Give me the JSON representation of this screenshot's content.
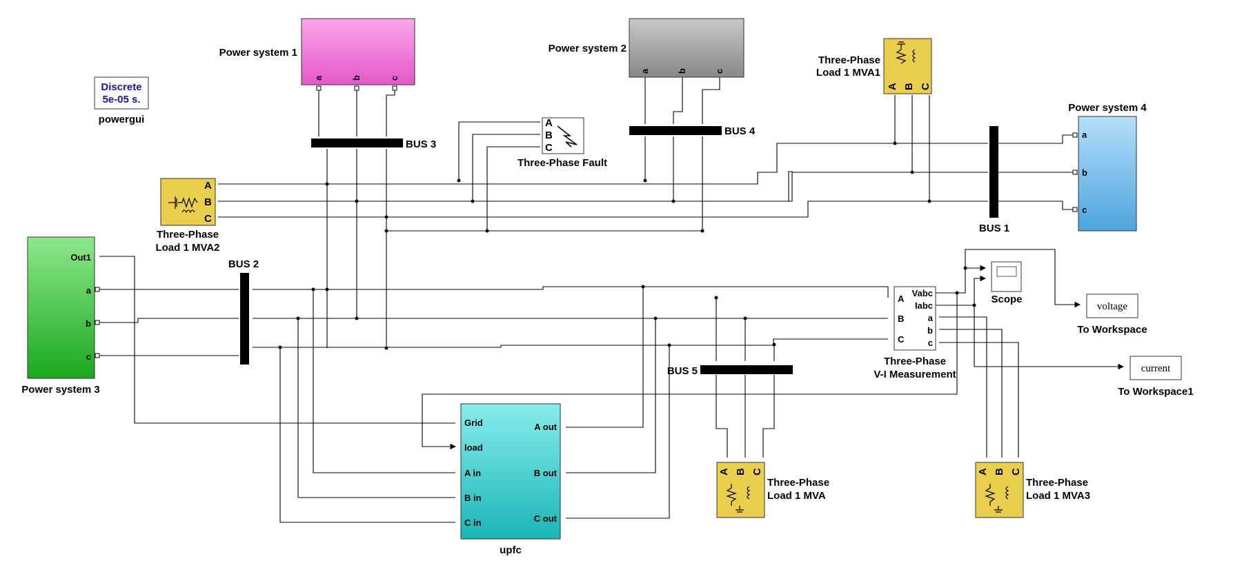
{
  "powergui": {
    "line1": "Discrete",
    "line2": "5e-05 s.",
    "name": "powergui"
  },
  "power_system_1": {
    "name": "Power system 1",
    "ports": [
      "a",
      "b",
      "c"
    ]
  },
  "power_system_2": {
    "name": "Power system 2",
    "ports": [
      "a",
      "b",
      "c"
    ]
  },
  "power_system_3": {
    "name": "Power system 3",
    "ports": [
      "Out1",
      "a",
      "b",
      "c"
    ]
  },
  "power_system_4": {
    "name": "Power system 4",
    "ports": [
      "a",
      "b",
      "c"
    ]
  },
  "buses": {
    "bus1": "BUS 1",
    "bus2": "BUS 2",
    "bus3": "BUS 3",
    "bus4": "BUS 4",
    "bus5": "BUS 5"
  },
  "fault": {
    "name": "Three-Phase Fault",
    "ports": [
      "A",
      "B",
      "C"
    ]
  },
  "load_mva2": {
    "name_line1": "Three-Phase",
    "name_line2": "Load 1 MVA2",
    "ports": [
      "A",
      "B",
      "C"
    ]
  },
  "load_mva1": {
    "name_line1": "Three-Phase",
    "name_line2": "Load 1 MVA1",
    "ports": [
      "A",
      "B",
      "C"
    ]
  },
  "load_mva": {
    "name_line1": "Three-Phase",
    "name_line2": "Load 1 MVA",
    "ports": [
      "A",
      "B",
      "C"
    ]
  },
  "load_mva3": {
    "name_line1": "Three-Phase",
    "name_line2": "Load 1 MVA3",
    "ports": [
      "A",
      "B",
      "C"
    ]
  },
  "vi_measurement": {
    "name_line1": "Three-Phase",
    "name_line2": "V-I Measurement",
    "in_ports": [
      "A",
      "B",
      "C"
    ],
    "out_ports": [
      "Vabc",
      "Iabc",
      "a",
      "b",
      "c"
    ]
  },
  "scope": {
    "name": "Scope"
  },
  "to_workspace": {
    "name": "To Workspace",
    "variable": "voltage"
  },
  "to_workspace1": {
    "name": "To Workspace1",
    "variable": "current"
  },
  "upfc": {
    "name": "upfc",
    "in_ports": [
      "Grid",
      "load",
      "A in",
      "B in",
      "C in"
    ],
    "out_ports": [
      "A out",
      "B out",
      "C out"
    ]
  },
  "colors": {
    "ps1": "#f07fd8",
    "ps2": "#a9a9a9",
    "ps3": "#3dc13d",
    "ps4": "#6cb8ea",
    "upfc": "#35c9c9",
    "load": "#e9cf4b",
    "powergui_text": "#1515b0"
  }
}
